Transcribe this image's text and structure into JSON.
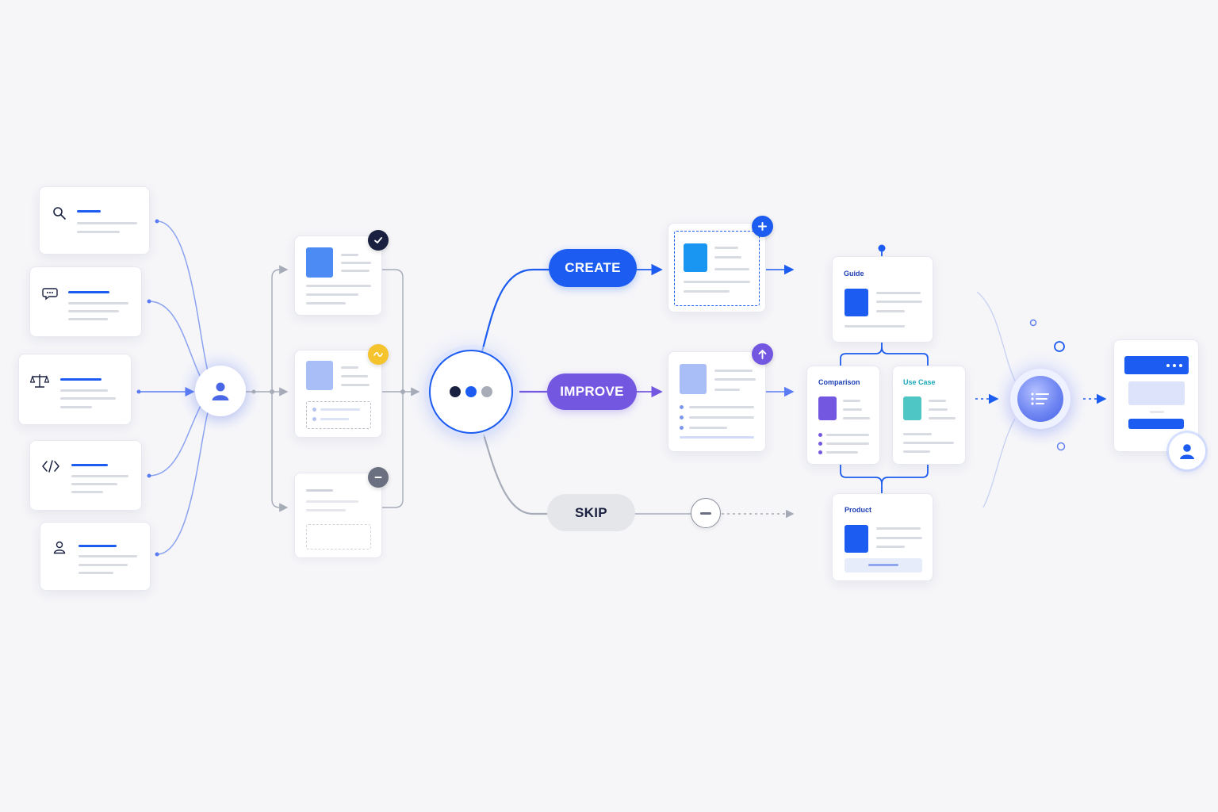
{
  "colors": {
    "blue": "#1c5cf0",
    "purple": "#7357e0",
    "gray": "#9aa0ad",
    "navy": "#1a2140",
    "yellow": "#f5c32c",
    "teal": "#4ec6c6",
    "background": "#f6f6f9"
  },
  "inputs": {
    "icons": [
      "search-icon",
      "chat-icon",
      "scale-icon",
      "code-icon",
      "user-icon"
    ]
  },
  "hub": {
    "icon": "user-icon"
  },
  "review": {
    "statuses": [
      "check-icon",
      "wave-icon",
      "minus-icon"
    ]
  },
  "decision": {
    "icon": "three-dots-icon"
  },
  "actions": {
    "create_label": "CREATE",
    "improve_label": "IMPROVE",
    "skip_label": "SKIP"
  },
  "results": {
    "create_badge": "plus-icon",
    "improve_badge": "arrow-up-icon",
    "skip_icon": "minus-circle-icon"
  },
  "pages": {
    "guide_label": "Guide",
    "comparison_label": "Comparison",
    "usecase_label": "Use Case",
    "product_label": "Product"
  },
  "output": {
    "aggregator_icon": "list-icon",
    "final_avatar": "user-icon"
  }
}
